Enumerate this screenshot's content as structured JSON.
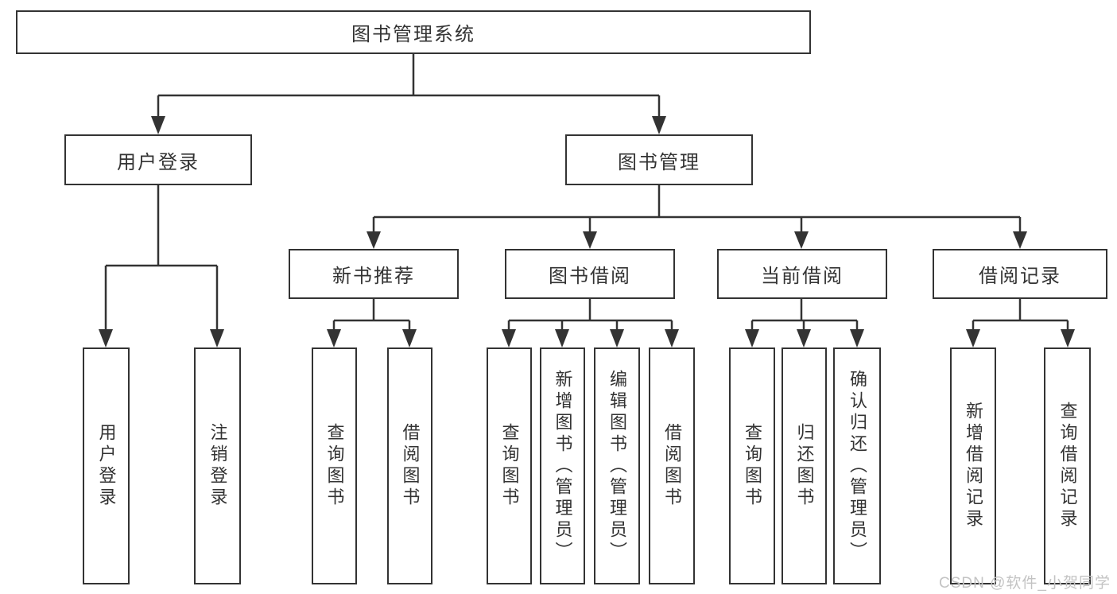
{
  "diagram": {
    "root": {
      "label": "图书管理系统"
    },
    "branches": [
      {
        "label": "用户登录",
        "children": [
          {
            "label": "用户登录"
          },
          {
            "label": "注销登录"
          }
        ]
      },
      {
        "label": "图书管理",
        "children": [
          {
            "label": "新书推荐",
            "children": [
              {
                "label": "查询图书"
              },
              {
                "label": "借阅图书"
              }
            ]
          },
          {
            "label": "图书借阅",
            "children": [
              {
                "label": "查询图书"
              },
              {
                "label": "新增图书（管理员）"
              },
              {
                "label": "编辑图书（管理员）"
              },
              {
                "label": "借阅图书"
              }
            ]
          },
          {
            "label": "当前借阅",
            "children": [
              {
                "label": "查询图书"
              },
              {
                "label": "归还图书"
              },
              {
                "label": "确认归还（管理员）"
              }
            ]
          },
          {
            "label": "借阅记录",
            "children": [
              {
                "label": "新增借阅记录"
              },
              {
                "label": "查询借阅记录"
              }
            ]
          }
        ]
      }
    ],
    "watermark": "CSDN @软件_小贺同学",
    "colors": {
      "line": "#333333",
      "text": "#333333",
      "box_background": "#ffffff",
      "page_background": "#ffffff",
      "watermark": "#c3c3c3"
    }
  }
}
